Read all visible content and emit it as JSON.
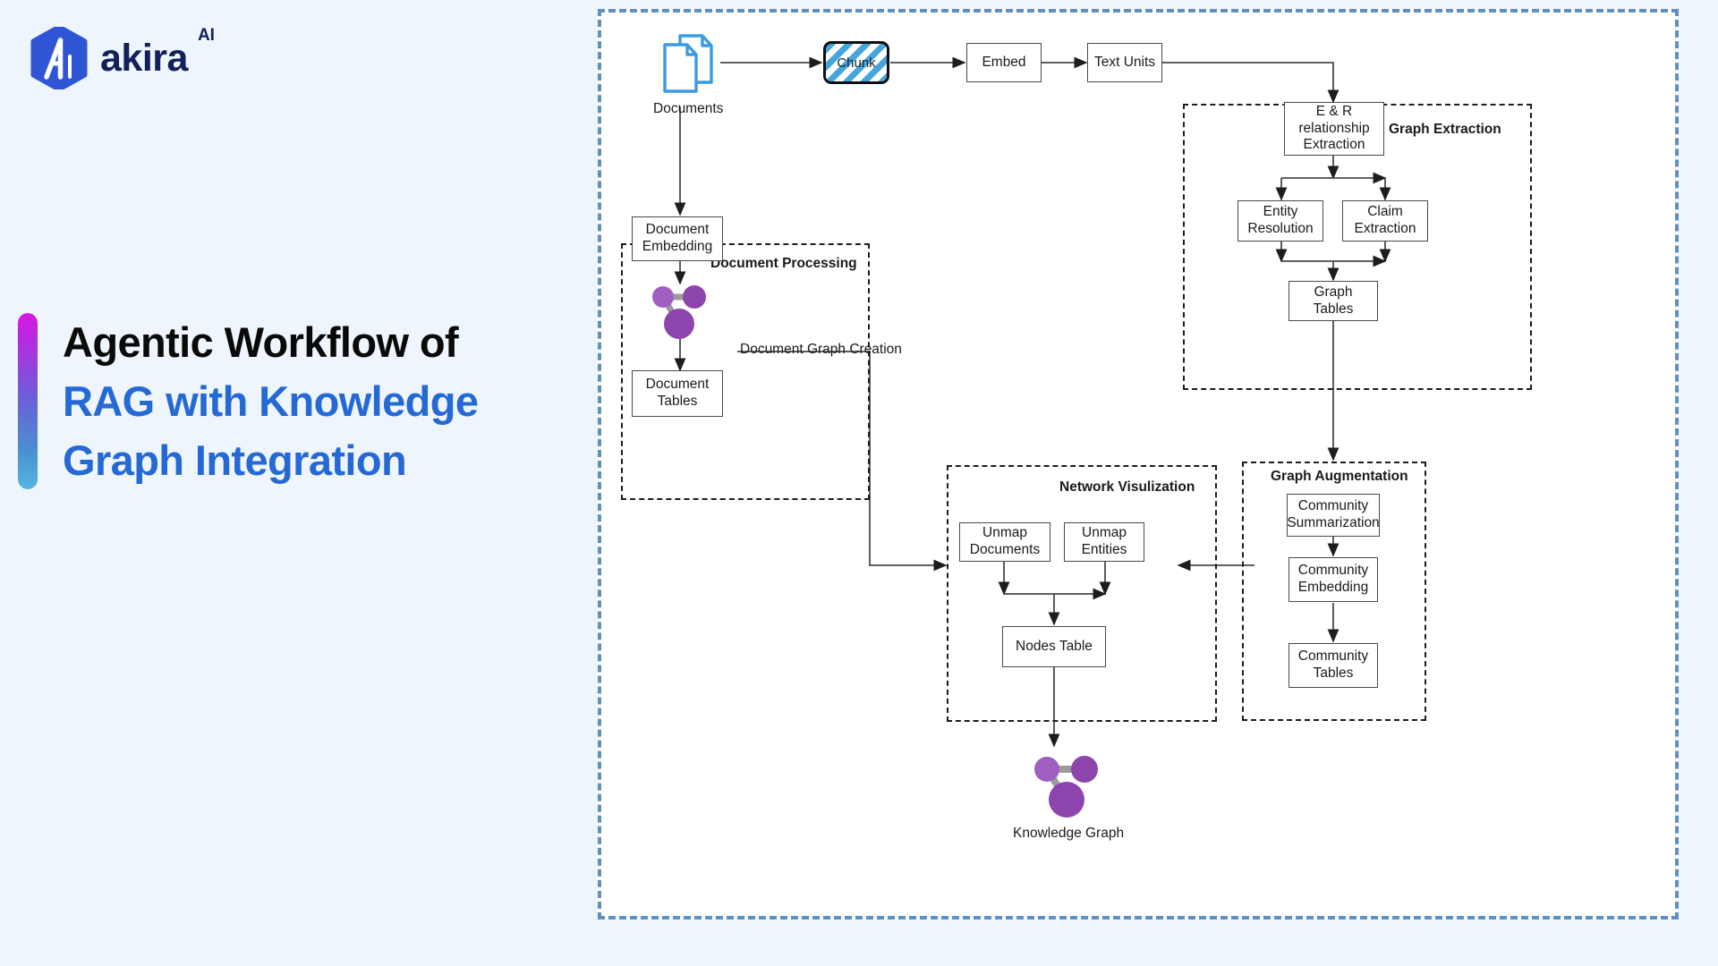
{
  "brand": {
    "name": "akira",
    "superscript": "AI",
    "logo_icon": "akira-hexagon-logo-icon",
    "logo_color": "#2f55d4"
  },
  "headline": {
    "line1": "Agentic Workflow of",
    "line2": "RAG with Knowledge",
    "line3": "Graph Integration",
    "line1_color": "#0a0a0a",
    "accent_color": "#2569d4",
    "bar_gradient_from": "#d619e0",
    "bar_gradient_to": "#55b6e0"
  },
  "diagram": {
    "border_color": "#6090bd",
    "background": "#ffffff",
    "nodes": {
      "documents": {
        "label": "Documents",
        "icon": "documents-stack-icon",
        "icon_color": "#3b9ae1"
      },
      "chunk": {
        "label": "Chunk",
        "fill": "#45a6dd"
      },
      "embed": {
        "label": "Embed"
      },
      "text_units": {
        "label": "Text Units"
      },
      "er_relationship_extraction": {
        "label": "E & R relationship Extraction"
      },
      "entity_resolution": {
        "label": "Entity Resolution"
      },
      "claim_extraction": {
        "label": "Claim Extraction"
      },
      "graph_tables": {
        "label": "Graph Tables"
      },
      "document_embedding": {
        "label": "Document Embedding"
      },
      "document_graph_creation": {
        "label": "Document Graph Creation",
        "icon": "graph-nodes-icon",
        "icon_color": "#8e44ad"
      },
      "document_tables": {
        "label": "Document Tables"
      },
      "unmap_documents": {
        "label": "Unmap Documents"
      },
      "unmap_entities": {
        "label": "Unmap Entities"
      },
      "nodes_table": {
        "label": "Nodes Table"
      },
      "community_summarization": {
        "label": "Community Summarization"
      },
      "community_embedding": {
        "label": "Community Embedding"
      },
      "community_tables": {
        "label": "Community Tables"
      },
      "knowledge_graph": {
        "label": "Knowledge Graph",
        "icon": "graph-nodes-icon",
        "icon_color": "#8e44ad"
      }
    },
    "groups": {
      "graph_extraction": {
        "title": "Graph Extraction"
      },
      "document_processing": {
        "title": "Document Processing"
      },
      "network_visualization": {
        "title": "Network Visulization"
      },
      "graph_augmentation": {
        "title": "Graph Augmentation"
      }
    }
  }
}
